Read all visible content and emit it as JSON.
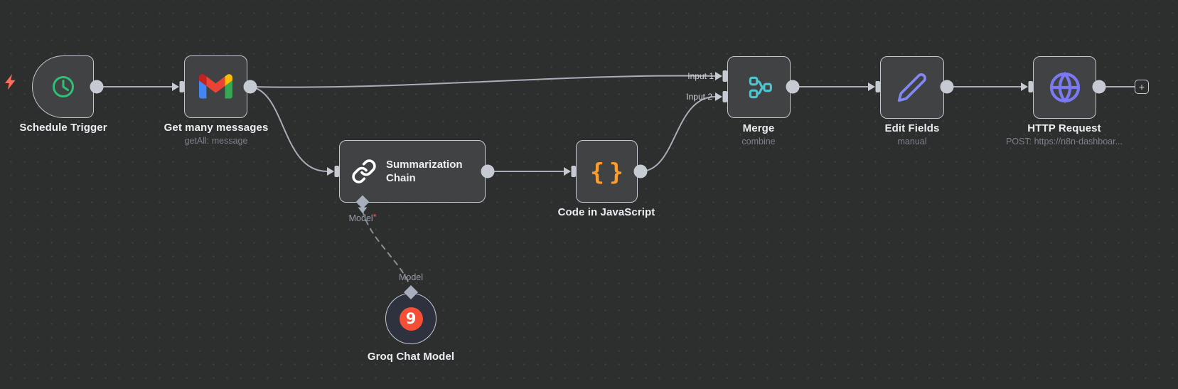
{
  "colors": {
    "canvas-bg": "#2d2e2e",
    "canvas-dot": "#3e3f3f",
    "node-fill": "#404244",
    "node-border": "#c3c7d0",
    "edge": "#a9adb7",
    "port": "#c6cad3",
    "model-port": "#a9aebc",
    "text-label": "#eceef2",
    "text-sub": "#7d818a",
    "edge-label": "#ced1d9",
    "model-label": "#989dab",
    "required-red": "#f25c54",
    "clock-green": "#2fbf77",
    "merge-teal": "#4dc4cf",
    "code-orange": "#fe9c2e",
    "pencil-purple": "#8289f0",
    "globe-purple": "#7b79f2",
    "groq-badge": "#f54f35",
    "groq-fill": "#2e323e",
    "bolt-red": "#ff6d5a"
  },
  "nodes": {
    "schedule_trigger": {
      "label": "Schedule Trigger"
    },
    "gmail": {
      "label": "Get many messages",
      "subtitle": "getAll: message"
    },
    "summarization_chain": {
      "line1": "Summarization",
      "line2": "Chain",
      "model_port_label": "Model",
      "required_mark": "*"
    },
    "code": {
      "label": "Code in JavaScript",
      "icon_glyph": "{}"
    },
    "merge": {
      "label": "Merge",
      "subtitle": "combine",
      "inputs": {
        "input1": "Input 1",
        "input2": "Input 2"
      }
    },
    "edit_fields": {
      "label": "Edit Fields",
      "subtitle": "manual"
    },
    "http_request": {
      "label": "HTTP Request",
      "subtitle": "POST: https://n8n-dashboar..."
    },
    "groq_chat_model": {
      "label": "Groq Chat Model",
      "icon_glyph": "9",
      "connection_label": "Model"
    }
  },
  "controls": {
    "add_node": "+"
  }
}
